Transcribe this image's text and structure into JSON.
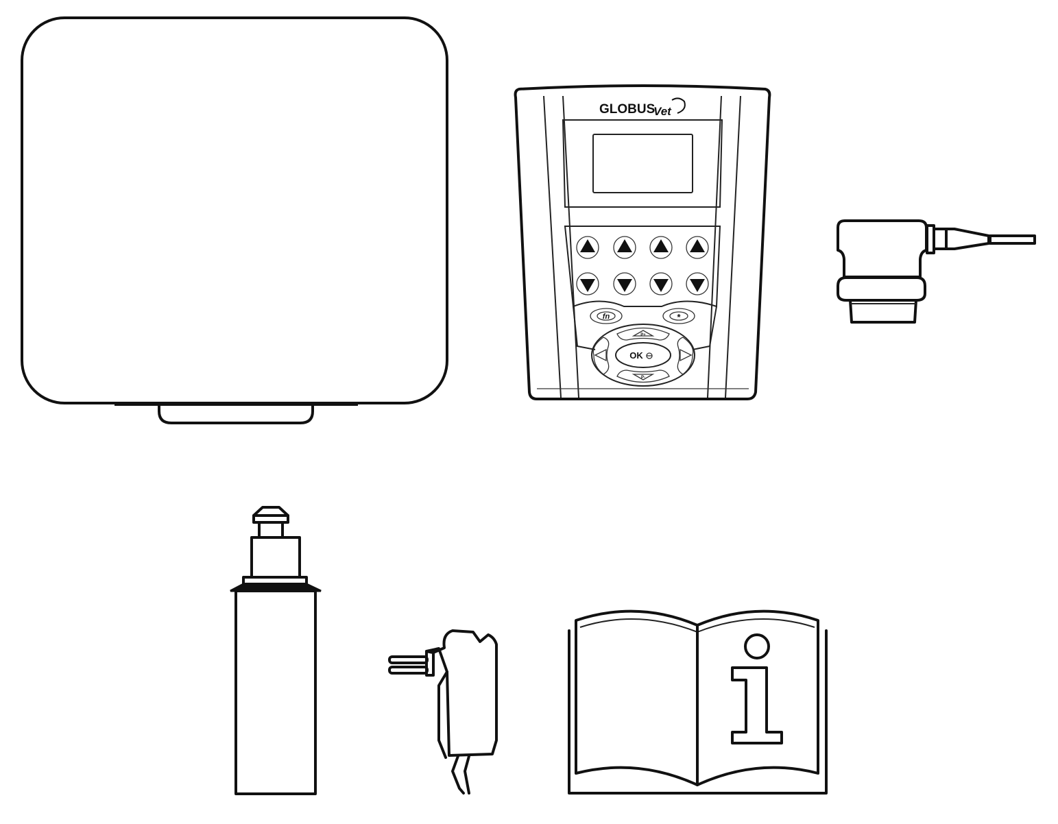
{
  "figure": {
    "items": [
      {
        "name": "carrying-case"
      },
      {
        "name": "stimulator-device"
      },
      {
        "name": "ultrasound-probe"
      },
      {
        "name": "gel-bottle"
      },
      {
        "name": "power-charger"
      },
      {
        "name": "instruction-manual"
      }
    ]
  },
  "device": {
    "brand_logo": "GLOBUSVet",
    "fn_label": "fn",
    "star_label": "*",
    "ok_label": "OK",
    "p_plus_label": "P+",
    "p_minus_label": "P-"
  },
  "manual": {
    "info_symbol": "i"
  },
  "colors": {
    "line": "#111111",
    "background": "#ffffff"
  }
}
